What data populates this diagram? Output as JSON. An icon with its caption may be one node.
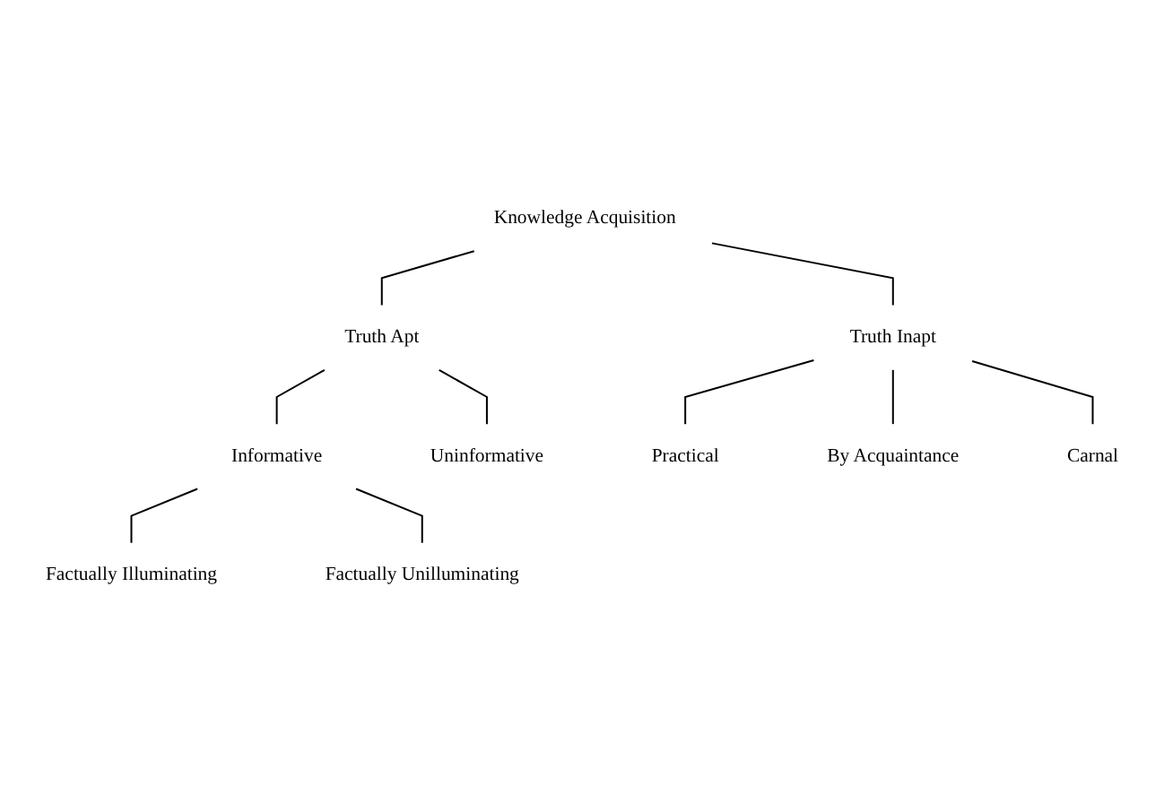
{
  "diagram": {
    "nodes": [
      {
        "text": [
          "Knowledge Acquisition"
        ]
      },
      {
        "text": [
          "Truth Apt"
        ]
      },
      {
        "text": [
          "Truth Inapt"
        ]
      },
      {
        "text": [
          "Informative"
        ]
      },
      {
        "text": [
          "Uninformative"
        ]
      },
      {
        "text": [
          "Practical"
        ]
      },
      {
        "text": [
          "By Acquaintance"
        ]
      },
      {
        "text": [
          "Carnal"
        ]
      },
      {
        "text": [
          "Factually Illuminating"
        ]
      },
      {
        "text": [
          "Factually Unilluminating"
        ]
      }
    ],
    "edges": [
      {
        "from": 0,
        "to": 1,
        "arrow": "none"
      },
      {
        "from": 0,
        "to": 2,
        "arrow": "none"
      },
      {
        "from": 1,
        "to": 3,
        "arrow": "none"
      },
      {
        "from": 1,
        "to": 4,
        "arrow": "none"
      },
      {
        "from": 2,
        "to": 5,
        "arrow": "none"
      },
      {
        "from": 2,
        "to": 6,
        "arrow": "none"
      },
      {
        "from": 2,
        "to": 7,
        "arrow": "none"
      },
      {
        "from": 3,
        "to": 8,
        "arrow": "none"
      },
      {
        "from": 3,
        "to": 9,
        "arrow": "none"
      }
    ]
  }
}
